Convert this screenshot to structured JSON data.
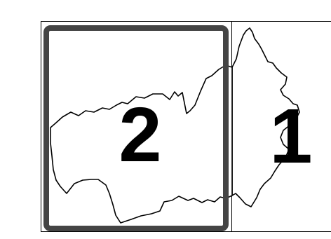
{
  "map": {
    "panels": [
      {
        "id": "panel-2",
        "label": "2",
        "selected": true
      },
      {
        "id": "panel-1",
        "label": "1",
        "selected": false
      }
    ],
    "colors": {
      "outline": "#000000",
      "background": "#ffffff",
      "selection": "#444444"
    }
  }
}
